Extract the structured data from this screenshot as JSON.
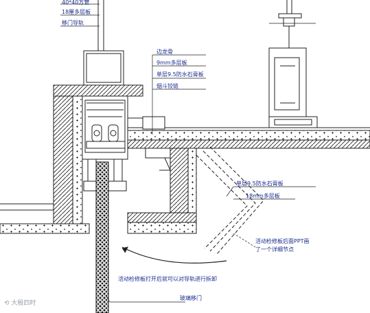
{
  "labels": {
    "tube": "40*40方管",
    "multilayer18_top": "18厘多层板",
    "rail": "移门导轨",
    "keel": "边龙骨",
    "board9": "9mm多层板",
    "gypsum_top": "单层9.5防水石膏板",
    "hinge": "烟斗铰链",
    "gypsum_right": "单层9.5防水石膏板",
    "multilayer18_right": "18mm多层板",
    "note_ppt_1": "活动检修板后面PPT画",
    "note_ppt_2": "了一个详细节点",
    "note_open": "活动检修板打开后就可以对导轨进行拆卸",
    "glass_door": "玻璃移门"
  },
  "watermark": {
    "icon": "share-logo-icon",
    "text": "大殷四时"
  },
  "colors": {
    "line": "#1f1f1f",
    "text": "#1a2a8c",
    "hatch": "#333333"
  }
}
